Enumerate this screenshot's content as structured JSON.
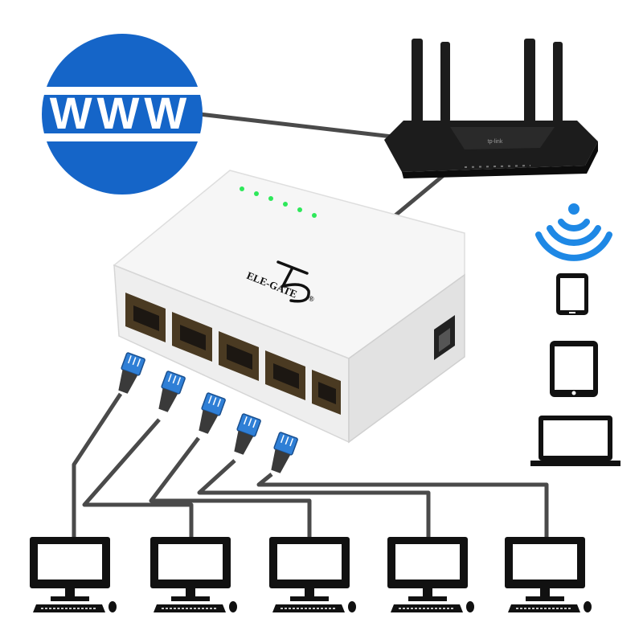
{
  "internet": {
    "label": "WWW"
  },
  "router": {
    "brand": "tp-link"
  },
  "switch": {
    "brand": "ELE-GATE",
    "registered": "®",
    "port_count": 5,
    "led_count": 6
  },
  "wireless_devices": [
    "smartphone-icon",
    "tablet-icon",
    "laptop-icon"
  ],
  "wired_devices": [
    "desktop-computer-icon",
    "desktop-computer-icon",
    "desktop-computer-icon",
    "desktop-computer-icon",
    "desktop-computer-icon"
  ],
  "colors": {
    "internet_blue": "#1565c8",
    "led_green": "#2ee85a",
    "cable_gray": "#4a4a4a",
    "connector_blue": "#2f7fd6",
    "device_black": "#111111",
    "router_black": "#1c1c1c",
    "switch_white": "#f4f4f4"
  }
}
